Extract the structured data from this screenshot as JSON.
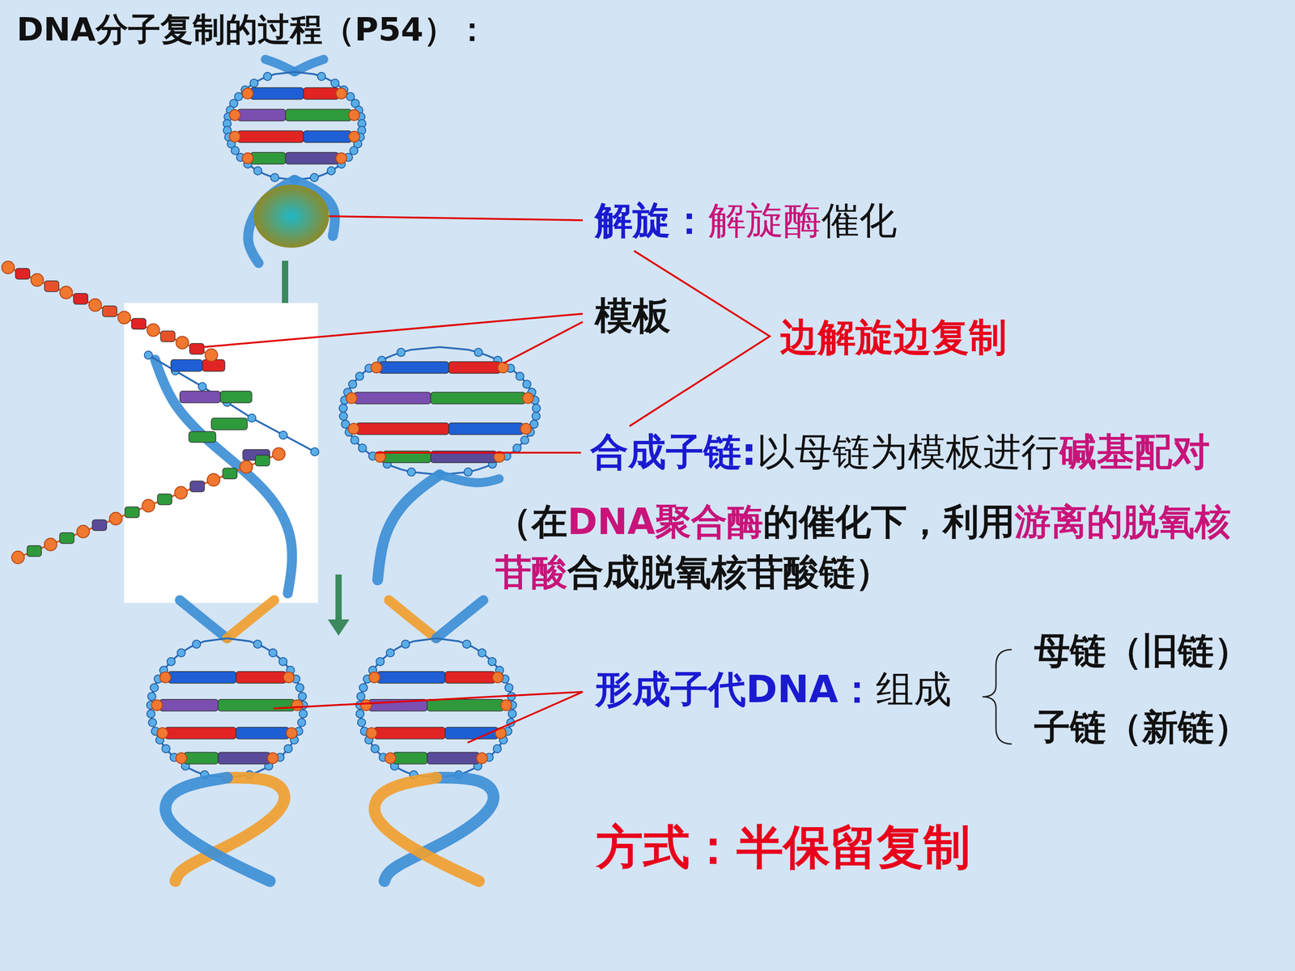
{
  "diagram": {
    "title": "DNA分子复制的过程（P54）：",
    "labels": [
      "解旋：",
      "解旋酶",
      "催化",
      "模板",
      "边解旋边复制",
      "合成子链:",
      "以母链为模板进行",
      "碱基配对",
      "（在",
      "DNA聚合酶",
      "的催化下，利用",
      "游离的脱氧核苷酸",
      "合成脱氧核苷酸链）",
      "形成子代DNA：",
      "组成",
      "母链（旧链）",
      "子链（新链）",
      "方式：半保留复制"
    ]
  }
}
